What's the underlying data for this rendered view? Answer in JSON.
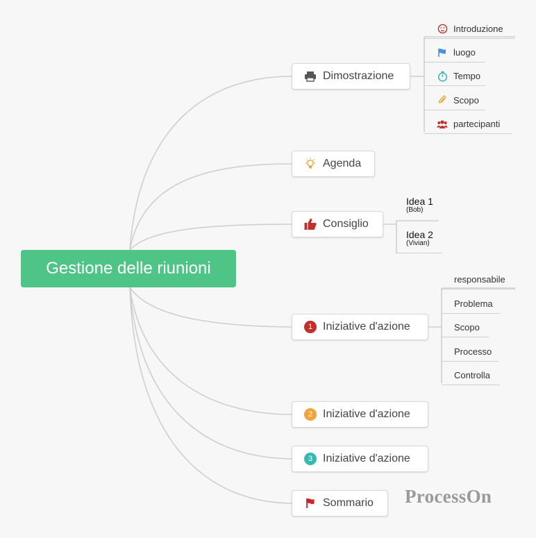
{
  "root": {
    "title": "Gestione delle riunioni"
  },
  "branches": {
    "dimostrazione": {
      "label": "Dimostrazione",
      "icon": "printer-icon",
      "children": [
        {
          "label": "Introduzione",
          "icon": "smiley-icon"
        },
        {
          "label": "luogo",
          "icon": "flag-icon"
        },
        {
          "label": "Tempo",
          "icon": "stopwatch-icon"
        },
        {
          "label": "Scopo",
          "icon": "paperclip-icon"
        },
        {
          "label": "partecipanti",
          "icon": "people-icon"
        }
      ]
    },
    "agenda": {
      "label": "Agenda",
      "icon": "lightbulb-icon"
    },
    "consiglio": {
      "label": "Consiglio",
      "icon": "thumbs-up-icon",
      "children": [
        {
          "title": "Idea 1",
          "author": "(Bob)"
        },
        {
          "title": "Idea 2",
          "author": "(Vivian)"
        }
      ]
    },
    "iniziative1": {
      "label": "Iniziative d'azione",
      "badge": "1",
      "children": [
        "responsabile",
        "Problema",
        "Scopo",
        "Processo",
        "Controlla"
      ]
    },
    "iniziative2": {
      "label": "Iniziative d'azione",
      "badge": "2"
    },
    "iniziative3": {
      "label": "Iniziative d'azione",
      "badge": "3"
    },
    "sommario": {
      "label": "Sommario",
      "icon": "red-flag-icon"
    }
  },
  "brand": "ProcessOn",
  "colors": {
    "root": "#4ec487",
    "connector": "#cccccc",
    "badge1": "#c0312b",
    "badge2": "#f2a33a",
    "badge3": "#35b8b0"
  }
}
